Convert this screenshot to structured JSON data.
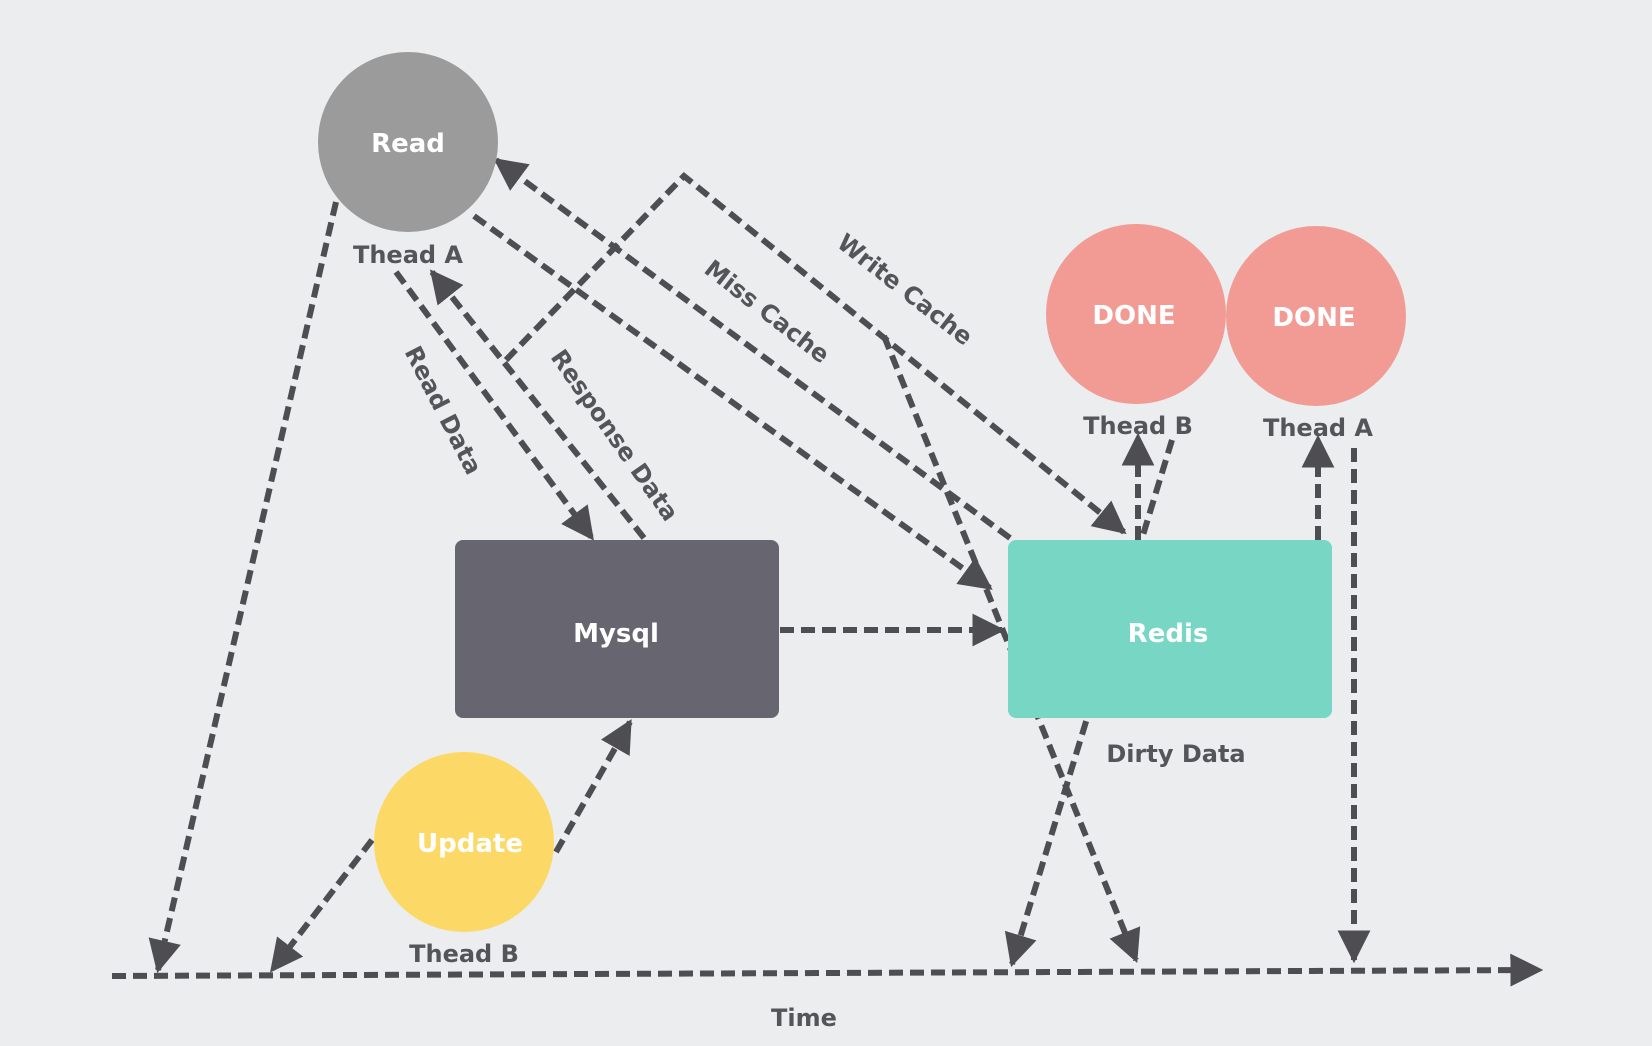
{
  "nodes": {
    "read": {
      "label": "Read",
      "thread": "Thead A",
      "color": "#9B9B9B"
    },
    "mysql": {
      "label": "Mysql",
      "color": "#67656F"
    },
    "redis": {
      "label": "Redis",
      "note": "Dirty Data",
      "color": "#77D7C4"
    },
    "update": {
      "label": "Update",
      "thread": "Thead B",
      "color": "#FCD966"
    },
    "done_b": {
      "label": "DONE",
      "thread": "Thead B",
      "color": "#F19B94"
    },
    "done_a": {
      "label": "DONE",
      "thread": "Thead A",
      "color": "#F19B94"
    }
  },
  "edges": {
    "read_data": "Read Data",
    "response_data": "Response Data",
    "miss_cache": "Miss Cache",
    "write_cache": "Write Cache"
  },
  "timeline": {
    "label": "Time"
  },
  "colors": {
    "arrow": "#4E4E52",
    "text": "#555559",
    "background": "#ECEDEF"
  }
}
